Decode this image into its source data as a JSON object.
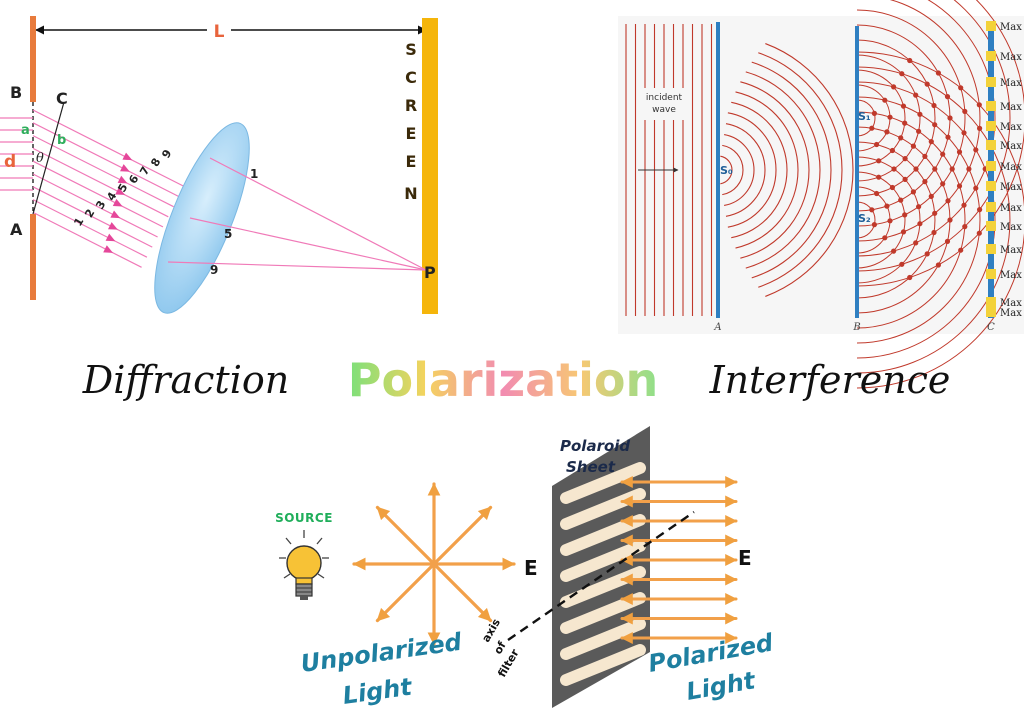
{
  "titles": {
    "diffraction": "Diffraction",
    "polarization": "Polarization",
    "interference": "Interference"
  },
  "diffraction": {
    "length_label": "L",
    "screen_letters": [
      "S",
      "C",
      "R",
      "E",
      "E",
      "N"
    ],
    "point_b": "B",
    "point_c": "C",
    "point_a": "A",
    "point_p": "P",
    "label_a": "a",
    "label_b": "b",
    "label_d": "d",
    "label_theta": "θ",
    "ray_numbers": [
      "1",
      "2",
      "3",
      "4",
      "5",
      "6",
      "7",
      "8",
      "9"
    ],
    "out_ray_1": "1",
    "out_ray_5": "5",
    "out_ray_9": "9"
  },
  "interference": {
    "incident_line1": "incident",
    "incident_line2": "wave",
    "s0": "S₀",
    "s1": "S₁",
    "s2": "S₂",
    "label_a": "A",
    "label_b": "B",
    "label_c": "C",
    "max_labels": [
      "Max",
      "Max",
      "Max",
      "Max",
      "Max",
      "Max",
      "Max",
      "Max",
      "Max",
      "Max",
      "Max",
      "Max",
      "Max",
      "Max"
    ]
  },
  "polarization": {
    "source": "SOURCE",
    "e_left": "E",
    "e_right": "E",
    "sheet_line1": "Polaroid",
    "sheet_line2": "Sheet",
    "axis_line1": "axis",
    "axis_line2": "of",
    "axis_line3": "filter",
    "unpolarized_line1": "Unpolarized",
    "unpolarized_line2": "Light",
    "polarized_line1": "Polarized",
    "polarized_line2": "Light"
  },
  "colors": {
    "slit": "#e87b3c",
    "screen": "#f5b50a",
    "ray": "#f07ab8",
    "lens": "#9fd0f0",
    "wave": "#c0392b",
    "barrier": "#2f7fc1",
    "arrow": "#f2a04a",
    "teal": "#1e7fa0",
    "navy": "#1b2a4a"
  }
}
